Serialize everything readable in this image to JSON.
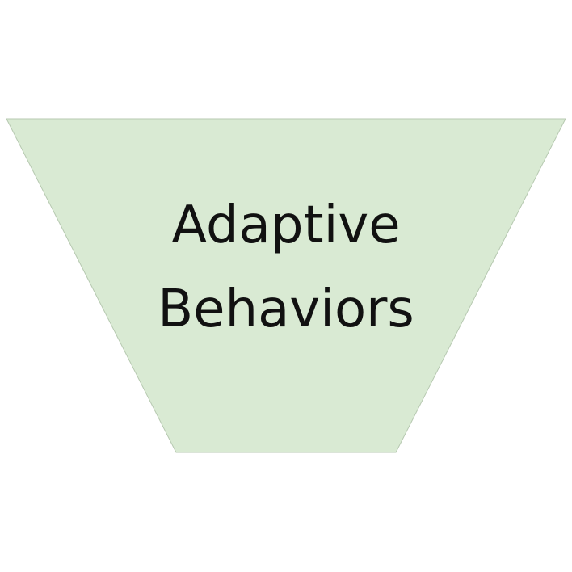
{
  "diagram": {
    "shape": "inverted-trapezoid",
    "fill_color": "#d9ead3",
    "stroke_color": "#b7c9b1",
    "text_color": "#111111",
    "label_lines": [
      "Adaptive",
      "Behaviors"
    ]
  }
}
